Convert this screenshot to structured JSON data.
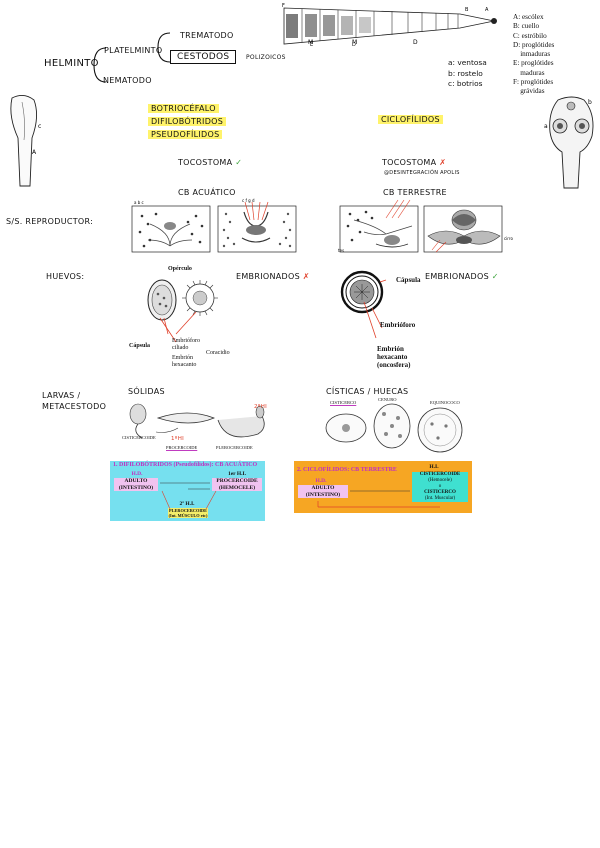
{
  "header": {
    "helminto": "HELMINTO",
    "platelminto": "PLATELMINTO",
    "nematodo": "NEMATODO",
    "trematodo": "TREMATODO",
    "cestodos": "CESTODOS",
    "poliz": "POLIZOICOS"
  },
  "tapeworm_labels": {
    "a": "a: ventosa",
    "b": "b: rostelo",
    "c": "c: botrios"
  },
  "legend": [
    "A: escólex",
    "B: cuello",
    "C: estróbilo",
    "D: proglótides",
    "    inmaduras",
    "E: proglótides",
    "    maduras",
    "F: proglótides",
    "    grávidas"
  ],
  "left_col": {
    "botrio1": "BOTRIOCÉFALO",
    "botrio2": "DIFILOBÓTRIDOS",
    "botrio3": "PSEUDOFÍLIDOS",
    "tocostoma": "TOCOSTOMA",
    "tocostoma_mark": "✓",
    "ciclo": "CB ACUÁTICO",
    "huevos_status": "EMBRIONADOS",
    "huevos_mark": "✗",
    "larvas": "SÓLIDAS"
  },
  "right_col": {
    "ciclof": "CICLOFÍLIDOS",
    "tocostoma": "TOCOSTOMA",
    "tocostoma_mark": "✗",
    "tocostoma_sub": "@DESINTEGRACIÓN APOLIS",
    "ciclo": "CB TERRESTRE",
    "huevos_status": "EMBRIONADOS",
    "huevos_mark": "✓",
    "larvas": "CÍSTICAS / HUECAS"
  },
  "row_labels": {
    "reproductor": "S/S. REPRODUCTOR:",
    "huevos": "HUEVOS:",
    "larvas": "LARVAS /",
    "metacestodo": "METACESTODO"
  },
  "egg_left": {
    "opercule": "Opérculo",
    "capsula": "Cápsula",
    "embrioforo": "Embrióforo",
    "ciliado": "ciliado",
    "embrion": "Embrión",
    "hexacanto": "hexacanto",
    "coracidio": "Coracidio"
  },
  "egg_right": {
    "capsula": "Cápsula",
    "embrioforo": "Embrióforo",
    "embrion": "Embrión",
    "hexacanto": "hexacanto",
    "oncosfera": "(oncosfera)"
  },
  "larva_left": {
    "cisticercoide": "CISTICERCOIDE",
    "hi2": "2ºHI",
    "plerocercoide": "PLEROCERCOIDE",
    "procercoide": "PROCERCOIDE",
    "hi1": "1ºHI"
  },
  "larva_right": {
    "cisticerco": "CISTICERCO",
    "cenuro": "CENURO",
    "equinococo": "EQUINOCOCO"
  },
  "schema_left": {
    "title": "1. DIFILOBÓTRIDOS (Pseudofílidos): CB ACUÁTICO",
    "hd": "H.D.",
    "adulto": "ADULTO",
    "intestino": "(INTESTINO)",
    "hi1": "1er H.I.",
    "procercoide": "PROCERCOIDE",
    "hemocele": "(HEMOCELE)",
    "hi2": "2º H.I.",
    "plerocercoide": "PLEROCERCOIDE",
    "musculo": "(Int. MÚSCULO etc)"
  },
  "schema_right": {
    "title": "2. CICLOFÍLIDOS: CB TERRESTRE",
    "hd": "H.D.",
    "adulto": "ADULTO",
    "intestino": "(INTESTINO)",
    "hi": "H.I.",
    "cisticercoide": "CISTICERCOIDE",
    "hemocele": "(Hemocele)",
    "o": "o",
    "cisticerco": "CISTICERCO",
    "musculo": "(Int. Muscular)"
  }
}
